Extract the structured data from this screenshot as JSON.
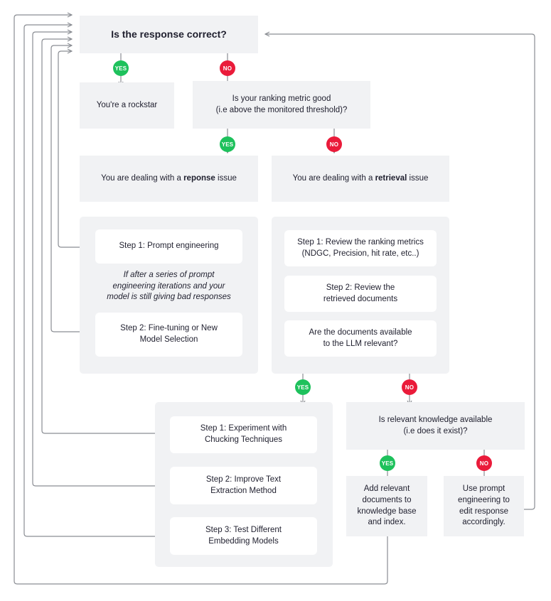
{
  "colors": {
    "box_bg": "#f1f2f4",
    "card_bg": "#ffffff",
    "yes": "#1ec15c",
    "no": "#ea1b3a",
    "line": "#8a8d93"
  },
  "badges": {
    "yes": "YES",
    "no": "NO"
  },
  "root": {
    "question": "Is the response correct?"
  },
  "rockstar": {
    "text": "You're a rockstar"
  },
  "ranking": {
    "line1": "Is your ranking metric good",
    "line2": "(i.e above the monitored threshold)?"
  },
  "response_issue": {
    "prefix": "You are dealing with a ",
    "bold": "reponse",
    "suffix": " issue"
  },
  "retrieval_issue": {
    "prefix": "You are dealing with a ",
    "bold": "retrieval",
    "suffix": " issue"
  },
  "response_panel": {
    "step1": "Step 1: Prompt engineering",
    "note_line1": "If after a series of prompt",
    "note_line2": "engineering iterations and your",
    "note_line3": "model is still giving bad responses",
    "step2_line1": "Step 2: Fine-tuning or New",
    "step2_line2": "Model Selection"
  },
  "retrieval_panel": {
    "step1_line1": "Step 1: Review the ranking metrics",
    "step1_line2": "(NDGC, Precision, hit rate, etc..)",
    "step2_line1": "Step 2: Review the",
    "step2_line2": "retrieved documents",
    "q_line1": "Are the documents available",
    "q_line2": "to the LLM relevant?"
  },
  "chunk_panel": {
    "step1_line1": "Step 1: Experiment with",
    "step1_line2": "Chucking Techniques",
    "step2_line1": "Step 2: Improve Text",
    "step2_line2": "Extraction Method",
    "step3_line1": "Step 3: Test Different",
    "step3_line2": "Embedding Models"
  },
  "knowledge": {
    "line1": "Is relevant knowledge available",
    "line2": "(i.e does it exist)?"
  },
  "add_docs": {
    "line1": "Add relevant",
    "line2": "documents to",
    "line3": "knowledge base",
    "line4": "and index."
  },
  "prompt_edit": {
    "line1": "Use prompt",
    "line2": "engineering to",
    "line3": "edit response",
    "line4": "accordingly."
  }
}
